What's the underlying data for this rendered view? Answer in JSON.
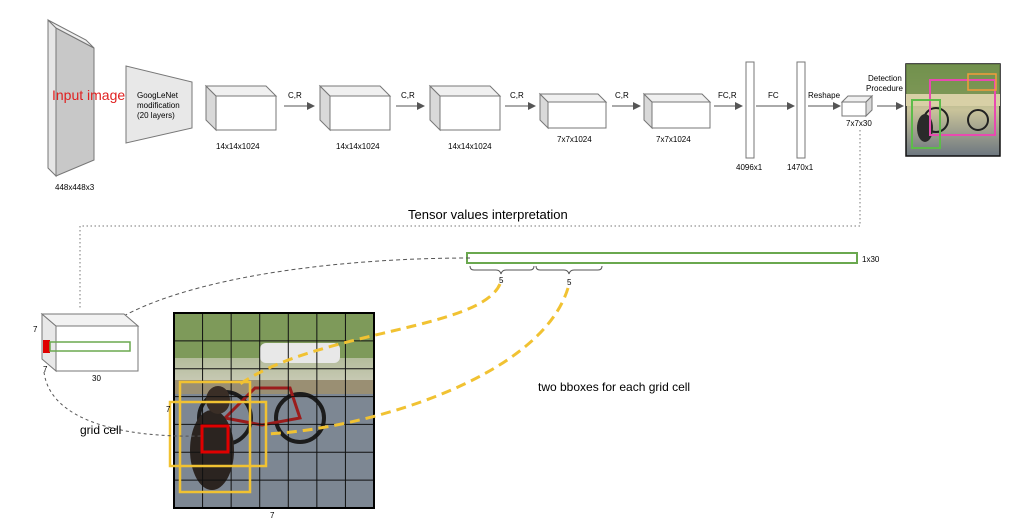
{
  "pipeline": {
    "input_label": "Input image",
    "input_label_color": "#e02020",
    "input_dim": "448x448x3",
    "googlenet_line1": "GoogLeNet",
    "googlenet_line2": "modification",
    "googlenet_line3": "(20 layers)",
    "ops": [
      "C,R",
      "C,R",
      "C,R",
      "C,R",
      "FC,R",
      "FC",
      "Reshape"
    ],
    "block_dims": [
      "14x14x1024",
      "14x14x1024",
      "14x14x1024",
      "7x7x1024",
      "7x7x1024"
    ],
    "fc1_dim": "4096x1",
    "fc2_dim": "1470x1",
    "output_dim": "7x7x30",
    "detection_line1": "Detection",
    "detection_line2": "Procedure"
  },
  "interpretation": {
    "title": "Tensor values interpretation",
    "vector_dim": "1x30",
    "brace_label_1": "5",
    "brace_label_2": "5",
    "cube_dim_h": "7",
    "cube_dim_d": "7",
    "cube_dim_w": "30",
    "grid_rows_label": "7",
    "grid_cols_label": "7",
    "grid_cell_label": "grid cell",
    "bbox_caption": "two bboxes for each grid cell"
  },
  "colors": {
    "block_face": "#ffffff",
    "block_side": "#d9d9d9",
    "block_top": "#f0f0f0",
    "vector_green": "#6aa84f",
    "bbox_yellow": "#f1c232",
    "cell_red": "#e00000",
    "arrow": "#555555"
  }
}
